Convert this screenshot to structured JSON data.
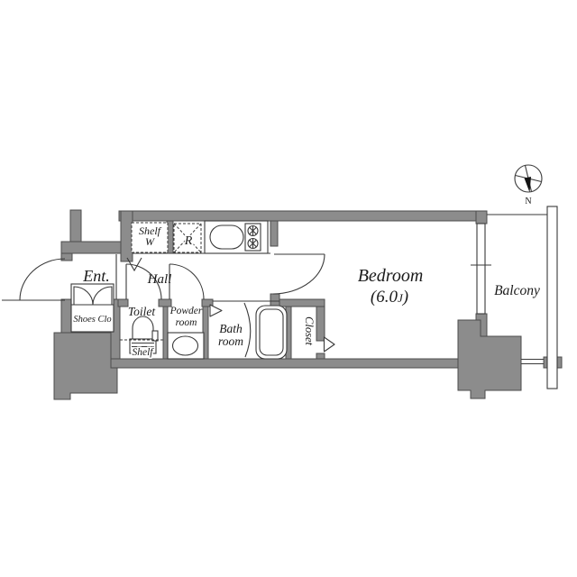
{
  "plan": {
    "colors": {
      "wall": "#8c8c8c",
      "edge": "#4d4d4d",
      "line": "#3a3a3a",
      "text": "#1b1b1b",
      "background": "#ffffff"
    },
    "compass": {
      "label": "N"
    },
    "rooms": {
      "entrance": {
        "label": "Ent."
      },
      "shoes_closet": {
        "label": "Shoes Clo"
      },
      "hall": {
        "label": "Hall"
      },
      "toilet": {
        "label": "Toilet",
        "shelf": "Shelf"
      },
      "laundry": {
        "shelf_line1": "Shelf",
        "shelf_line2": "W"
      },
      "kitchen": {
        "refrigerator": "R"
      },
      "powder_room": {
        "line1": "Powder",
        "line2": "room"
      },
      "bath_room": {
        "line1": "Bath",
        "line2": "room"
      },
      "closet": {
        "label": "Closet"
      },
      "bedroom": {
        "label": "Bedroom",
        "size_prefix": "(6.0",
        "size_unit": "J",
        "size_suffix": ")"
      },
      "balcony": {
        "label": "Balcony"
      }
    }
  }
}
